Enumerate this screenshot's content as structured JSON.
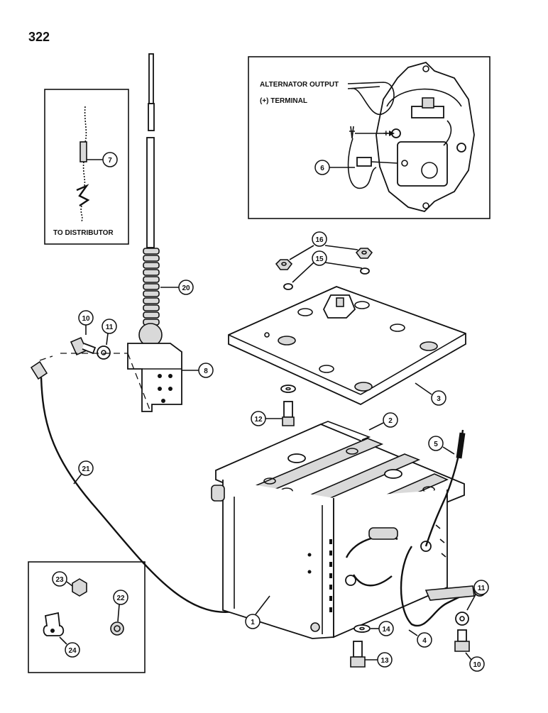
{
  "page_number": "322",
  "inset_alternator": {
    "label_line1": "ALTERNATOR OUTPUT",
    "label_line2": "(+) TERMINAL"
  },
  "inset_distributor": {
    "label": "TO DISTRIBUTOR"
  },
  "callouts": {
    "c1": "1",
    "c2": "2",
    "c3": "3",
    "c4": "4",
    "c5": "5",
    "c6": "6",
    "c7": "7",
    "c8": "8",
    "c10a": "10",
    "c10b": "10",
    "c11a": "11",
    "c11b": "11",
    "c12": "12",
    "c13": "13",
    "c14": "14",
    "c15": "15",
    "c16": "16",
    "c20": "20",
    "c21": "21",
    "c22": "22",
    "c23": "23",
    "c24": "24"
  }
}
